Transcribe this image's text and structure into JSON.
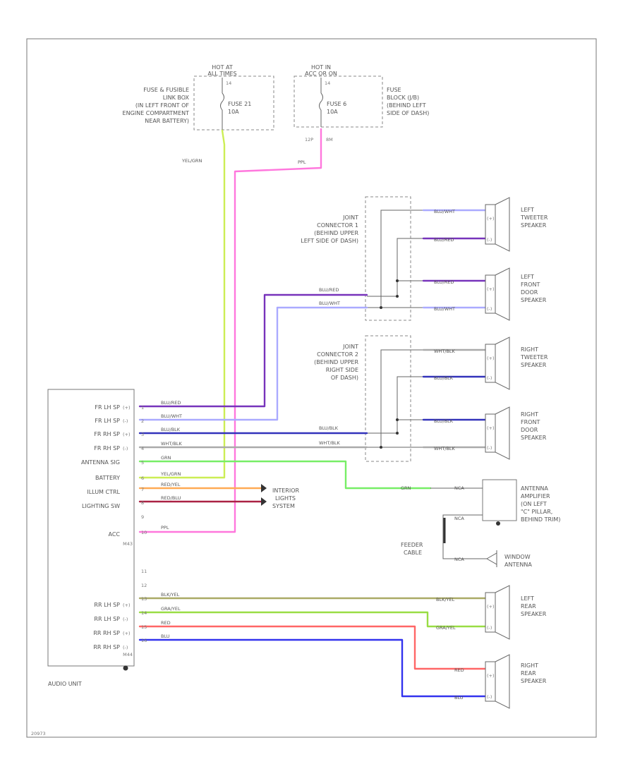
{
  "fuses": {
    "left": {
      "hot": [
        "HOT AT",
        "ALL TIMES"
      ],
      "desc": [
        "FUSE & FUSIBLE",
        "LINK BOX",
        "(IN LEFT FRONT OF",
        "ENGINE COMPARTMENT",
        "NEAR BATTERY)"
      ],
      "fuse": [
        "FUSE 21",
        "10A"
      ],
      "pin": "14"
    },
    "right": {
      "hot": [
        "HOT IN",
        "ACC OR ON"
      ],
      "desc": [
        "FUSE",
        "BLOCK (J/B)",
        "(BEHIND LEFT",
        "SIDE OF DASH)"
      ],
      "fuse": [
        "FUSE 6",
        "10A"
      ],
      "pins": [
        "14",
        "12P",
        "8M"
      ]
    }
  },
  "joint_connectors": [
    [
      "JOINT",
      "CONNECTOR 1",
      "(BEHIND UPPER",
      "LEFT SIDE OF DASH)"
    ],
    [
      "JOINT",
      "CONNECTOR 2",
      "(BEHIND UPPER",
      "RIGHT SIDE",
      "OF DASH)"
    ]
  ],
  "speakers": {
    "left_tweeter": [
      "LEFT",
      "TWEETER",
      "SPEAKER"
    ],
    "left_front": [
      "LEFT",
      "FRONT",
      "DOOR",
      "SPEAKER"
    ],
    "right_tweeter": [
      "RIGHT",
      "TWEETER",
      "SPEAKER"
    ],
    "right_front": [
      "RIGHT",
      "FRONT",
      "DOOR",
      "SPEAKER"
    ],
    "left_rear": [
      "LEFT",
      "REAR",
      "SPEAKER"
    ],
    "right_rear": [
      "RIGHT",
      "REAR",
      "SPEAKER"
    ]
  },
  "speaker_pins": [
    "(+)",
    "(-)"
  ],
  "audio_unit": {
    "label": "AUDIO UNIT",
    "rows": [
      "FR LH SP",
      "FR LH SP",
      "FR RH SP",
      "FR RH SP",
      "ANTENNA SIG",
      "BATTERY",
      "ILLUM CTRL",
      "LIGHTING SW",
      "",
      "ACC"
    ],
    "row_pins": [
      "(+)",
      "(-)",
      "(+)",
      "(-)"
    ],
    "row_pins_b": [
      "(+)",
      "(-)",
      "(+)",
      "(-)"
    ],
    "pin_nums": [
      "1",
      "2",
      "3",
      "4",
      "5",
      "6",
      "7",
      "8",
      "9",
      "10"
    ],
    "conn1": "M43",
    "conn2": "M44",
    "rear_rows": [
      "RR LH SP",
      "RR LH SP",
      "RR RH SP",
      "RR RH SP"
    ],
    "rear_pin_nums": [
      "11",
      "12",
      "13",
      "14",
      "15",
      "16"
    ]
  },
  "wires": {
    "yel_grn": "YEL/GRN",
    "ppl": "PPL",
    "blu_red": "BLU/RED",
    "blu_wht": "BLU/WHT",
    "blu_blk": "BLU/BLK",
    "wht_blk": "WHT/BLK",
    "grn": "GRN",
    "red_yel": "RED/YEL",
    "red_blu": "RED/BLU",
    "blk_yel": "BLK/YEL",
    "gra_yel": "GRA/YEL",
    "red": "RED",
    "blu": "BLU",
    "nca": "NCA"
  },
  "interior": [
    "INTERIOR",
    "LIGHTS",
    "SYSTEM"
  ],
  "antenna_amp": [
    "ANTENNA",
    "AMPLIFIER",
    "(ON LEFT",
    "\"C\" PILLAR,",
    "BEHIND TRIM)"
  ],
  "feeder": [
    "FEEDER",
    "CABLE"
  ],
  "window_antenna": [
    "WINDOW",
    "ANTENNA"
  ],
  "footer": "20973",
  "colors": {
    "yel_grn": "#ccee55",
    "ppl": "#ff77dd",
    "blu_red": "#7733bb",
    "blu_wht": "#aaaaff",
    "blu_blk": "#3333bb",
    "wht_blk": "#aaaaaa",
    "grn": "#77ee66",
    "red_yel": "#ffaa55",
    "red_blu": "#aa2244",
    "blk_yel": "#aaaa66",
    "gra_yel": "#99dd44",
    "red": "#ff6666",
    "blu": "#3333ee"
  }
}
